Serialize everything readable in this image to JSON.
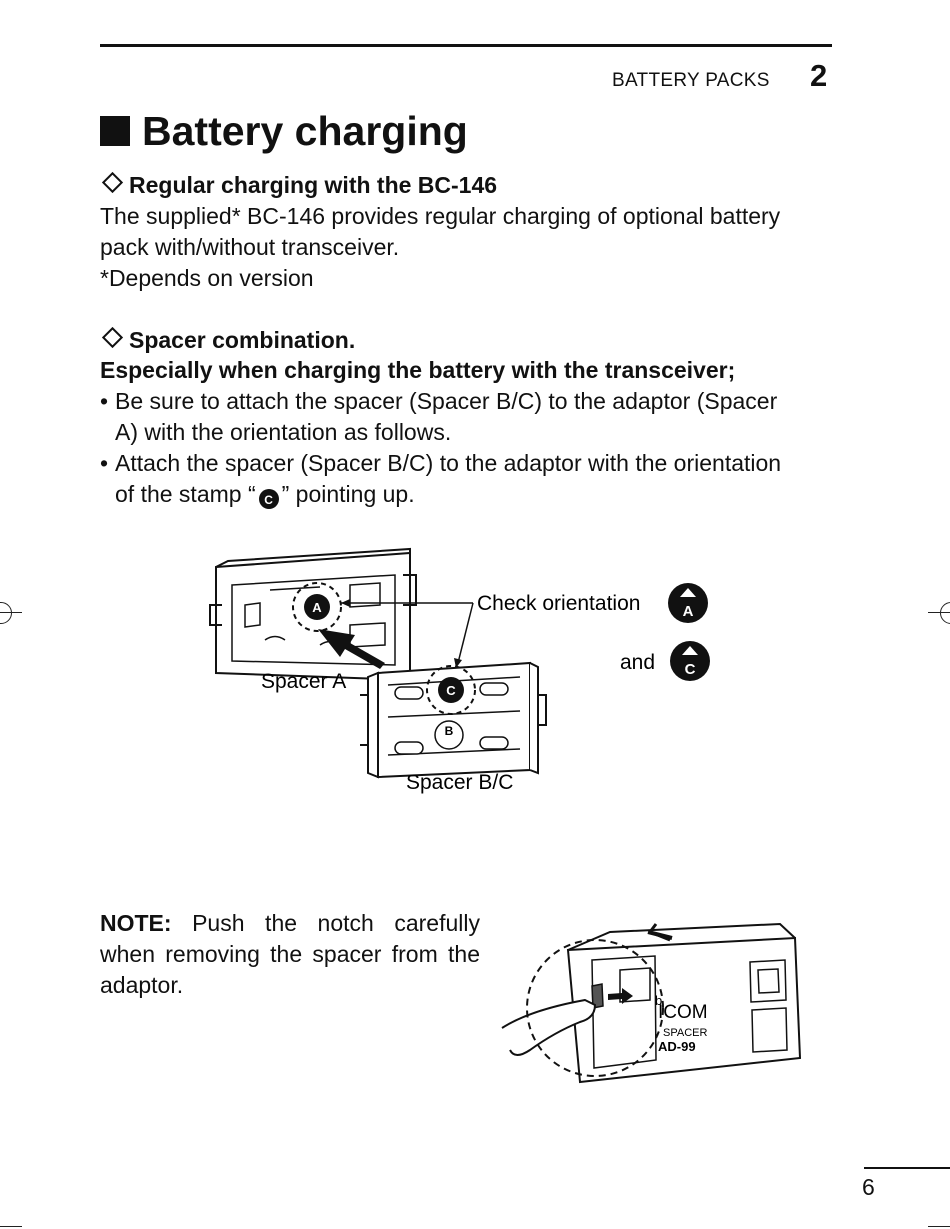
{
  "header": {
    "section": "BATTERY PACKS",
    "chapter": "2"
  },
  "title": "Battery charging",
  "section1": {
    "heading": "Regular charging with the BC-146",
    "line1": "The supplied* BC-146 provides regular charging of optional battery",
    "line2": "pack with/without transceiver.",
    "footnote": "*Depends on version"
  },
  "section2": {
    "heading": "Spacer combination.",
    "subheading": "Especially when charging the battery with the transceiver;",
    "bullet1_line1": "Be sure to attach the spacer (Spacer B/C) to the adaptor (Spacer",
    "bullet1_line2": "A) with the orientation as follows.",
    "bullet2_line1": "Attach the spacer (Spacer B/C) to the adaptor with the orientation",
    "bullet2_prefix": "of the stamp “",
    "bullet2_stamp": "C",
    "bullet2_suffix": "” pointing up.",
    "bullet_char": "•"
  },
  "figure1": {
    "check_label": "Check orientation",
    "and_label": "and",
    "stamp_a": "A",
    "stamp_c": "C",
    "stamp_b": "B",
    "spacer_a_label": "Spacer A",
    "spacer_bc_label": "Spacer B/C"
  },
  "note": {
    "label": "NOTE:",
    "text": " Push the notch carefully when removing the spacer from the adaptor."
  },
  "figure2": {
    "brand": "ICOM",
    "product": "SPACER",
    "model": "AD-99",
    "mark": "b"
  },
  "footer": {
    "page_number": "6"
  }
}
